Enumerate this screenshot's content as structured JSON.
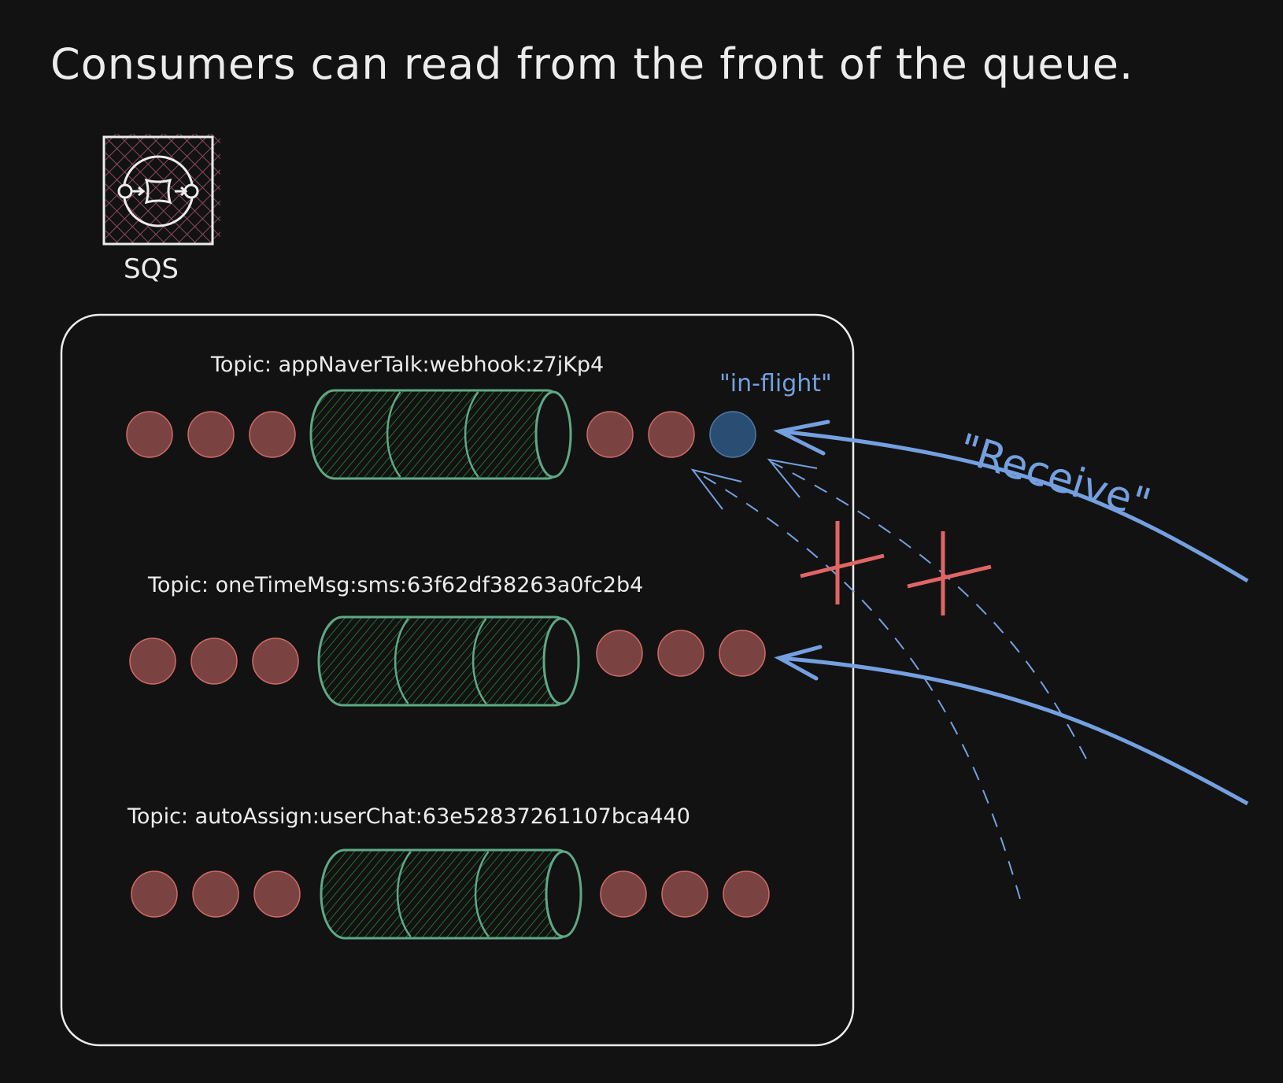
{
  "title": "Consumers can read from the front of the queue.",
  "service": {
    "label": "SQS",
    "icon": "sqs-queue-icon"
  },
  "annotation_inflight": "\"in-flight\"",
  "annotation_receive": "\"Receive\"",
  "colors": {
    "background": "#121212",
    "message": "#7a4341",
    "message_stroke": "#d06b66",
    "inflight_message": "#2a4d73",
    "cylinder": "#5fa886",
    "cylinder_hatch": "#2f8a3a",
    "arrow": "#74a0e0",
    "cross": "#e06565",
    "container": "#ececec"
  },
  "queues": [
    {
      "topic": "Topic: appNaverTalk:webhook:z7jKp4",
      "messages_before": 3,
      "messages_after": 3,
      "inflight_index": 2,
      "receiving": true
    },
    {
      "topic": "Topic: oneTimeMsg:sms:63f62df38263a0fc2b4",
      "messages_before": 3,
      "messages_after": 3,
      "inflight_index": null,
      "receiving": true
    },
    {
      "topic": "Topic: autoAssign:userChat:63e52837261107bca440",
      "messages_before": 3,
      "messages_after": 3,
      "inflight_index": null,
      "receiving": false
    }
  ],
  "blocked_receives": 2
}
